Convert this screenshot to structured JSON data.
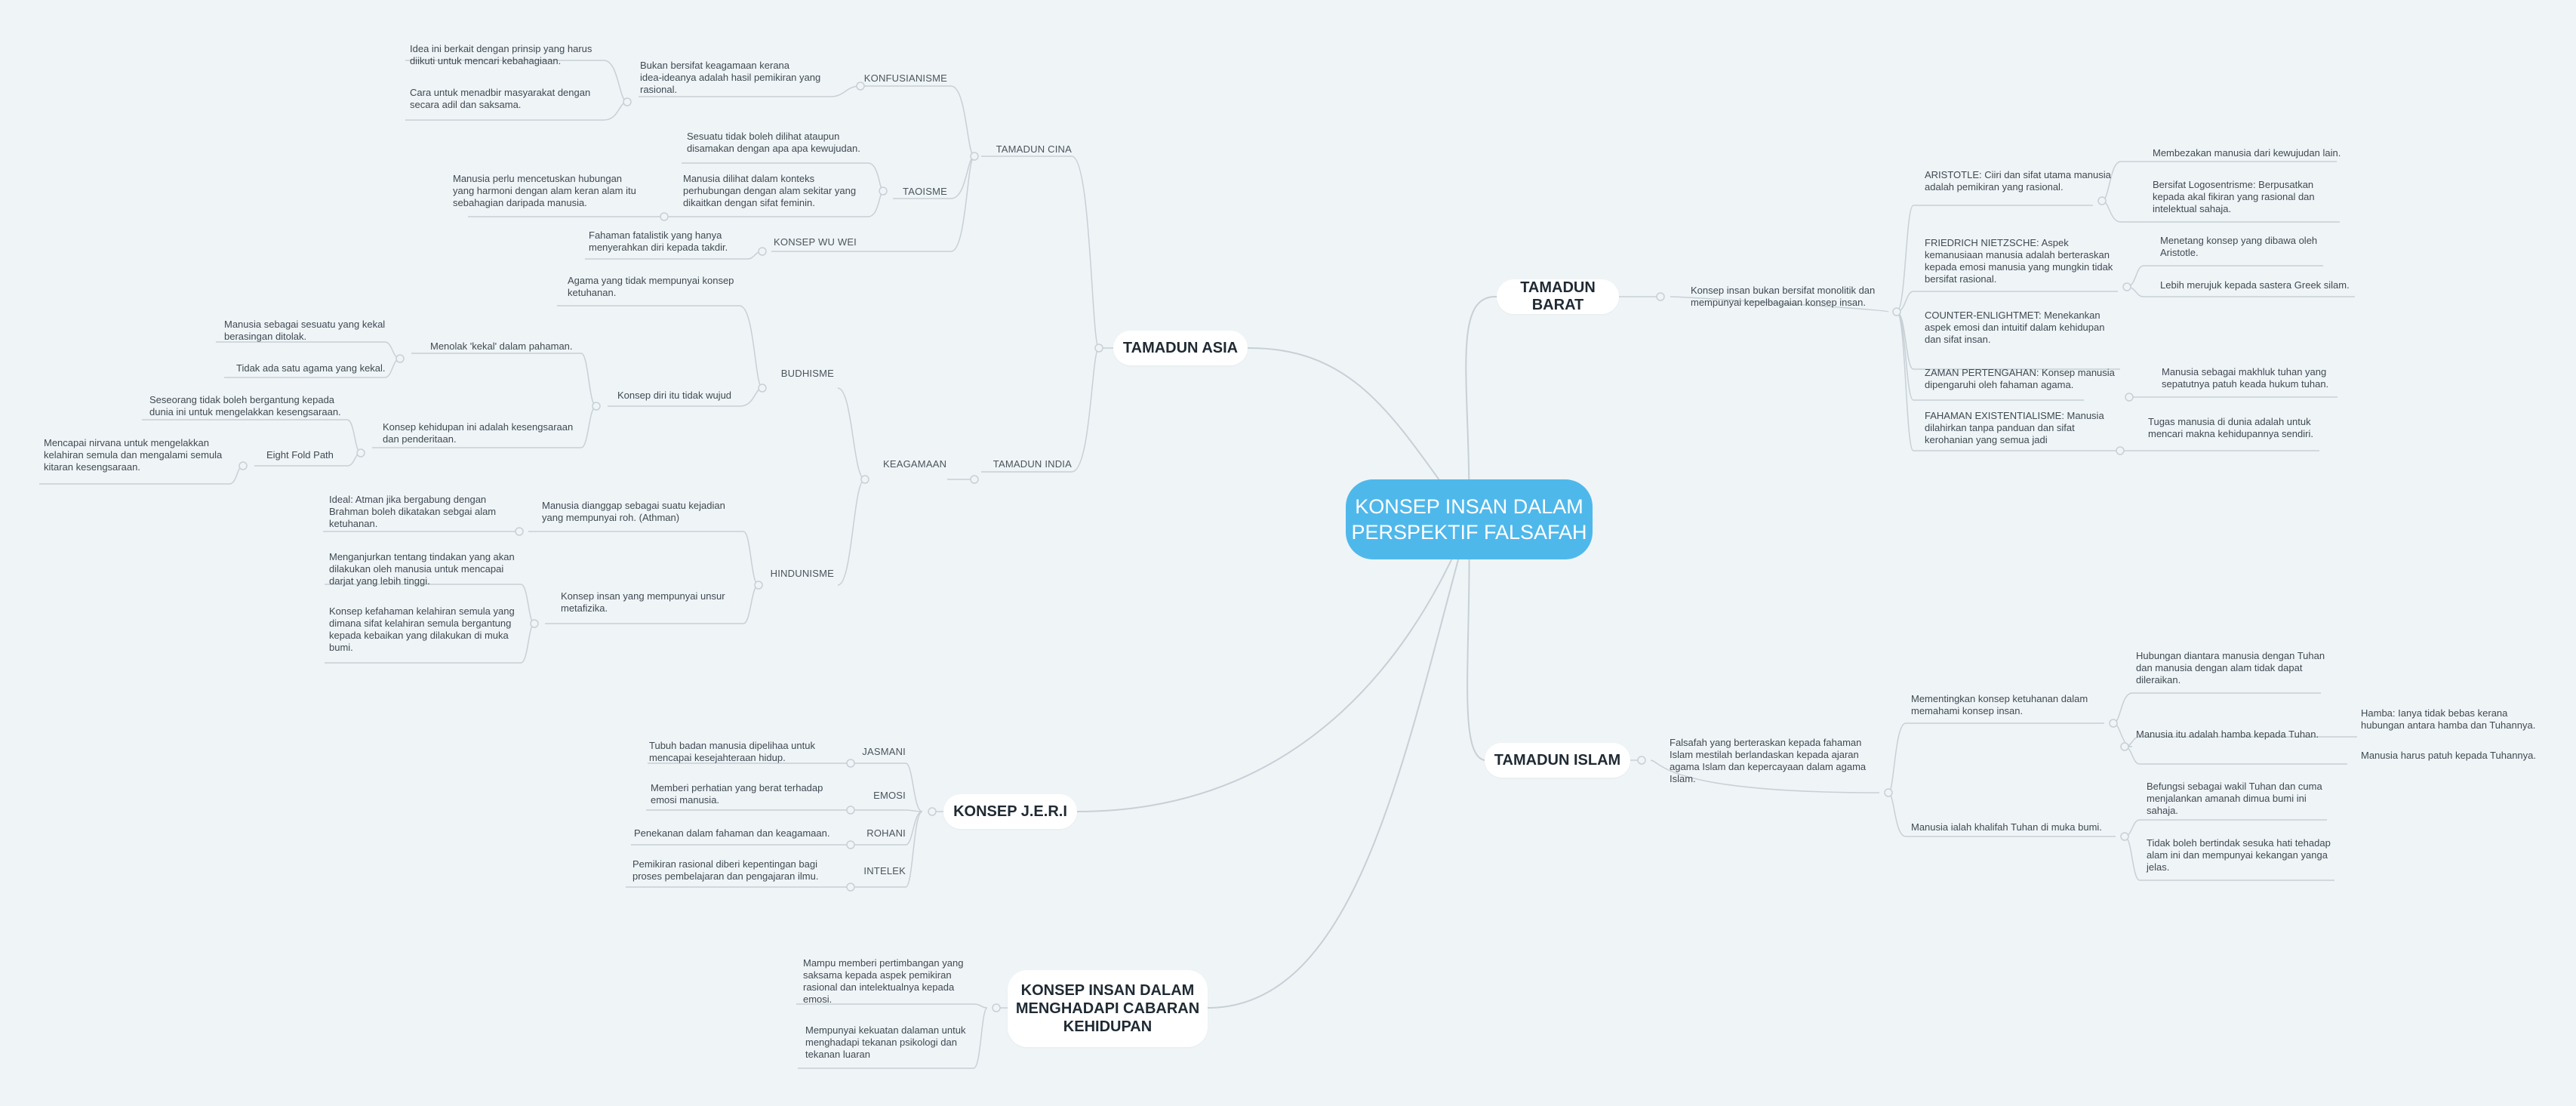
{
  "central": "KONSEP INSAN DALAM\nPERSPEKTIF FALSAFAH",
  "asia": {
    "title": "TAMADUN ASIA",
    "cina": {
      "title": "TAMADUN CINA",
      "konfusianisme": {
        "label": "KONFUSIANISME",
        "desc": "Bukan bersifat keagamaan kerana\nidea-ideanya adalah hasil pemikiran yang\nrasional.",
        "leaves": [
          "Idea ini berkait dengan prinsip yang harus\ndiikuti untuk mencari kebahagiaan.",
          "Cara untuk menadbir masyarakat dengan\nsecara adil dan saksama."
        ]
      },
      "taoisme": {
        "label": "TAOISME",
        "item1": "Sesuatu tidak boleh dilihat ataupun\ndisamakan dengan apa apa kewujudan.",
        "item2": "Manusia dilihat dalam konteks\nperhubungan dengan alam sekitar yang\ndikaitkan dengan sifat feminin.",
        "item2_leaf": "Manusia perlu mencetuskan hubungan\nyang harmoni dengan alam keran alam itu\nsebahagian daripada manusia."
      },
      "wuwei": {
        "label": "KONSEP WU WEI",
        "desc": "Fahaman fatalistik yang hanya\nmenyerahkan diri kepada takdir."
      }
    },
    "india": {
      "title": "TAMADUN INDIA",
      "keagamaan": "KEAGAMAAN",
      "budhisme": {
        "label": "BUDHISME",
        "item1": "Agama yang tidak mempunyai konsep\nketuhanan.",
        "konsep_diri": "Konsep diri itu tidak wujud",
        "menolak": "Menolak 'kekal' dalam pahaman.",
        "menolak_leaves": [
          "Manusia sebagai sesuatu yang kekal\nberasingan ditolak.",
          "Tidak ada satu agama yang kekal."
        ],
        "kehidupan": "Konsep kehidupan ini adalah kesengsaraan\ndan penderitaan.",
        "kehidupan_leaf": "Seseorang tidak boleh bergantung kepada\ndunia ini untuk mengelakkan kesengsaraan.",
        "eight_fold": "Eight Fold Path",
        "eight_fold_leaf": "Mencapai nirvana untuk mengelakkan\nkelahiran semula dan mengalami semula\nkitaran kesengsaraan."
      },
      "hindunisme": {
        "label": "HINDUNISME",
        "item1": "Manusia dianggap sebagai suatu kejadian\nyang mempunyai roh. (Athman)",
        "item1_leaf": "Ideal: Atman jika bergabung dengan\nBrahman boleh dikatakan sebgai alam\nketuhanan.",
        "item2": "Konsep insan yang mempunyai unsur\nmetafizika.",
        "item2_leaves": [
          "Menganjurkan tentang tindakan yang akan\ndilakukan oleh manusia untuk mencapai\ndarjat yang lebih tinggi.",
          "Konsep kefahaman kelahiran semula yang\ndimana sifat kelahiran semula bergantung\nkepada kebaikan yang dilakukan di muka\nbumi."
        ]
      }
    }
  },
  "jeri": {
    "title": "KONSEP J.E.R.I",
    "items": [
      {
        "label": "JASMANI",
        "desc": "Tubuh badan manusia dipelihaa untuk\nmencapai kesejahteraan hidup."
      },
      {
        "label": "EMOSI",
        "desc": "Memberi perhatian yang berat terhadap\nemosi manusia."
      },
      {
        "label": "ROHANI",
        "desc": "Penekanan dalam fahaman dan keagamaan."
      },
      {
        "label": "INTELEK",
        "desc": "Pemikiran rasional diberi kepentingan bagi\nproses pembelajaran dan pengajaran ilmu."
      }
    ]
  },
  "cabaran": {
    "title": "KONSEP INSAN DALAM\nMENGHADAPI CABARAN\nKEHIDUPAN",
    "items": [
      "Mampu memberi pertimbangan yang\nsaksama kepada aspek pemikiran\nrasional dan intelektualnya kepada\nemosi.",
      "Mempunyai kekuatan dalaman untuk\nmenghadapi tekanan psikologi dan\ntekanan luaran"
    ]
  },
  "barat": {
    "title": "TAMADUN BARAT",
    "desc": "Konsep insan bukan bersifat monolitik dan\nmempunyai kepelbagaian konsep insan.",
    "aristotle": "ARISTOTLE: Ciiri dan sifat utama manusia\nadalah pemikiran yang rasional.",
    "aristotle_leaves": [
      "Membezakan manusia dari kewujudan lain.",
      "Bersifat Logosentrisme: Berpusatkan\nkepada akal fikiran yang rasional dan\nintelektual sahaja."
    ],
    "nietzsche": "FRIEDRICH NIETZSCHE: Aspek\nkemanusiaan manusia adalah berteraskan\nkepada emosi manusia yang mungkin tidak\nbersifat rasional.",
    "nietzsche_leaves": [
      "Menetang konsep yang dibawa oleh\nAristotle.",
      "Lebih merujuk kepada sastera Greek silam."
    ],
    "counter": "COUNTER-ENLIGHTMET: Menekankan\naspek emosi dan intuitif dalam kehidupan\ndan sifat insan.",
    "zaman": "ZAMAN PERTENGAHAN: Konsep manusia\ndipengaruhi oleh fahaman agama.",
    "zaman_leaf": "Manusia sebagai makhluk tuhan yang\nsepatutnya patuh keada hukum tuhan.",
    "fahaman": "FAHAMAN EXISTENTIALISME: Manusia\ndilahirkan tanpa panduan dan sifat\nkerohanian yang semua jadi",
    "fahaman_leaf": "Tugas manusia di dunia adalah untuk\nmencari makna kehidupannya sendiri."
  },
  "islam": {
    "title": "TAMADUN ISLAM",
    "desc": "Falsafah yang berteraskan kepada fahaman\nIslam mestilah berlandaskan kepada ajaran\nagama Islam dan kepercayaan dalam agama\nIslam.",
    "ketuhanan": "Mementingkan konsep ketuhanan dalam\nmemahami konsep insan.",
    "ketuhanan_leaf1": "Hubungan diantara manusia dengan Tuhan\ndan manusia dengan alam tidak dapat\ndileraikan.",
    "hamba": "Manusia itu adalah hamba kepada Tuhan.",
    "hamba_leaves": [
      "Hamba: Ianya tidak bebas kerana\nhubungan antara hamba dan Tuhannya.",
      "Manusia harus patuh kepada Tuhannya."
    ],
    "khalifah": "Manusia ialah khalifah Tuhan di muka bumi.",
    "khalifah_leaves": [
      "Befungsi sebagai wakil Tuhan dan cuma\nmenjalankan amanah dimua bumi ini\nsahaja.",
      "Tidak boleh bertindak sesuka hati tehadap\nalam ini dan mempunyai kekangan yanga\njelas."
    ]
  },
  "colors": {
    "background": "#eff4f7",
    "central": "#4fb8eb",
    "line": "#c7d0d6",
    "text": "#3f4a52"
  }
}
